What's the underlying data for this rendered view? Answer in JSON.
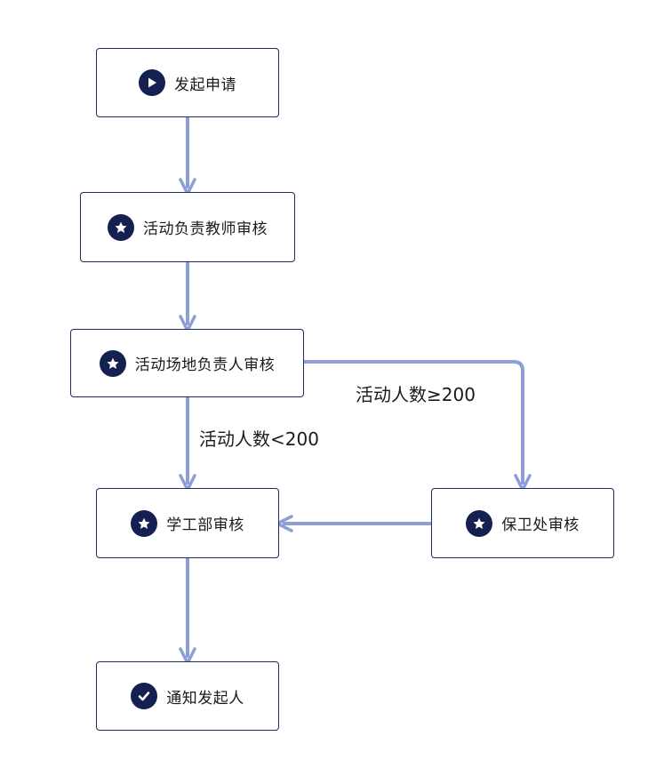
{
  "colors": {
    "node_border": "#1f2c5c",
    "icon_fill": "#14204f",
    "edge": "#8e9fd6"
  },
  "nodes": {
    "start": {
      "label": "发起申请",
      "icon": "play-icon"
    },
    "teacher_review": {
      "label": "活动负责教师审核",
      "icon": "star-icon"
    },
    "venue_review": {
      "label": "活动场地负责人审核",
      "icon": "star-icon"
    },
    "student_affairs_review": {
      "label": "学工部审核",
      "icon": "star-icon"
    },
    "security_review": {
      "label": "保卫处审核",
      "icon": "star-icon"
    },
    "notify": {
      "label": "通知发起人",
      "icon": "check-icon"
    }
  },
  "edges": {
    "lt200": {
      "label": "活动人数<200"
    },
    "ge200": {
      "label": "活动人数≥200"
    }
  }
}
